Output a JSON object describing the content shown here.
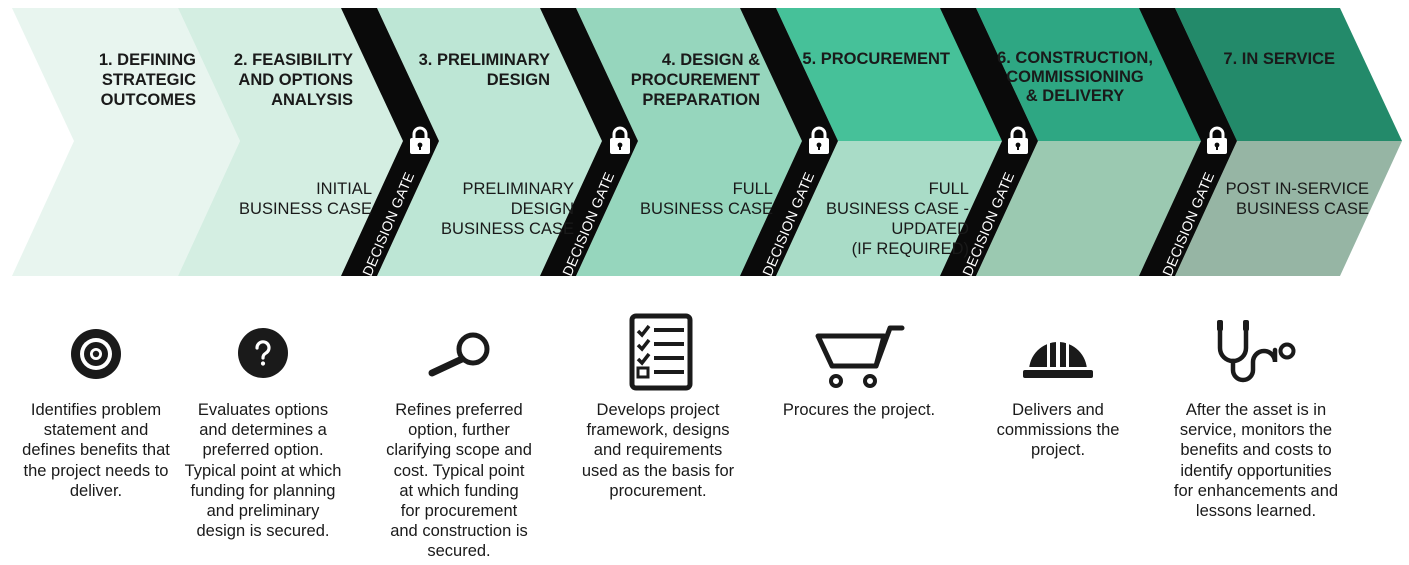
{
  "colors": {
    "stage_top": [
      "#e8f5ef",
      "#d4eee2",
      "#bde6d5",
      "#96d6bd",
      "#46c199",
      "#2ea783",
      "#238a6a"
    ],
    "stage_bottom": [
      "#e8f5ef",
      "#d4eee2",
      "#bde6d5",
      "#96d6bd",
      "#a9dcc7",
      "#9bc9b1",
      "#96b5a4"
    ],
    "gate": "#0a0a0a"
  },
  "stages": [
    {
      "title": "1. DEFINING\nSTRATEGIC\nOUTCOMES",
      "business_case": "",
      "icon": "target-icon",
      "description": "Identifies problem\nstatement and\ndefines benefits that\nthe project needs to\ndeliver."
    },
    {
      "title": "2. FEASIBILITY\nAND OPTIONS\nANALYSIS",
      "business_case": "INITIAL\nBUSINESS CASE",
      "icon": "question-icon",
      "description": "Evaluates options\nand determines a\npreferred option.\nTypical point at which\nfunding for planning\nand preliminary\ndesign is secured."
    },
    {
      "title": "3. PRELIMINARY\nDESIGN",
      "business_case": "PRELIMINARY\nDESIGN\nBUSINESS CASE",
      "icon": "magnifier-icon",
      "description": "Refines preferred\noption, further\nclarifying scope and\ncost. Typical point\nat which funding\nfor procurement\nand construction is\nsecured."
    },
    {
      "title": "4. DESIGN &\nPROCUREMENT\nPREPARATION",
      "business_case": "FULL\nBUSINESS CASE",
      "icon": "checklist-icon",
      "description": "Develops project\nframework, designs\nand requirements\nused as the basis for\nprocurement."
    },
    {
      "title": "5. PROCUREMENT",
      "business_case": "FULL\nBUSINESS CASE -\nUPDATED\n(IF REQUIRED)",
      "icon": "cart-icon",
      "description": "Procures the project."
    },
    {
      "title": "6. CONSTRUCTION,\nCOMMISSIONING\n& DELIVERY",
      "business_case": "",
      "icon": "hardhat-icon",
      "description": "Delivers and\ncommissions the\nproject."
    },
    {
      "title": "7. IN SERVICE",
      "business_case": "POST IN-SERVICE\nBUSINESS CASE",
      "icon": "stethoscope-icon",
      "description": "After the asset is in\nservice, monitors the\nbenefits and costs to\nidentify opportunities\nfor enhancements and\nlessons learned."
    }
  ],
  "gates": [
    {
      "label": "DECISION GATE",
      "icon": "lock-icon"
    },
    {
      "label": "DECISION GATE",
      "icon": "lock-icon"
    },
    {
      "label": "DECISION GATE",
      "icon": "lock-icon"
    },
    {
      "label": "DECISION GATE",
      "icon": "lock-icon"
    },
    {
      "label": "DECISION GATE",
      "icon": "lock-icon"
    }
  ]
}
